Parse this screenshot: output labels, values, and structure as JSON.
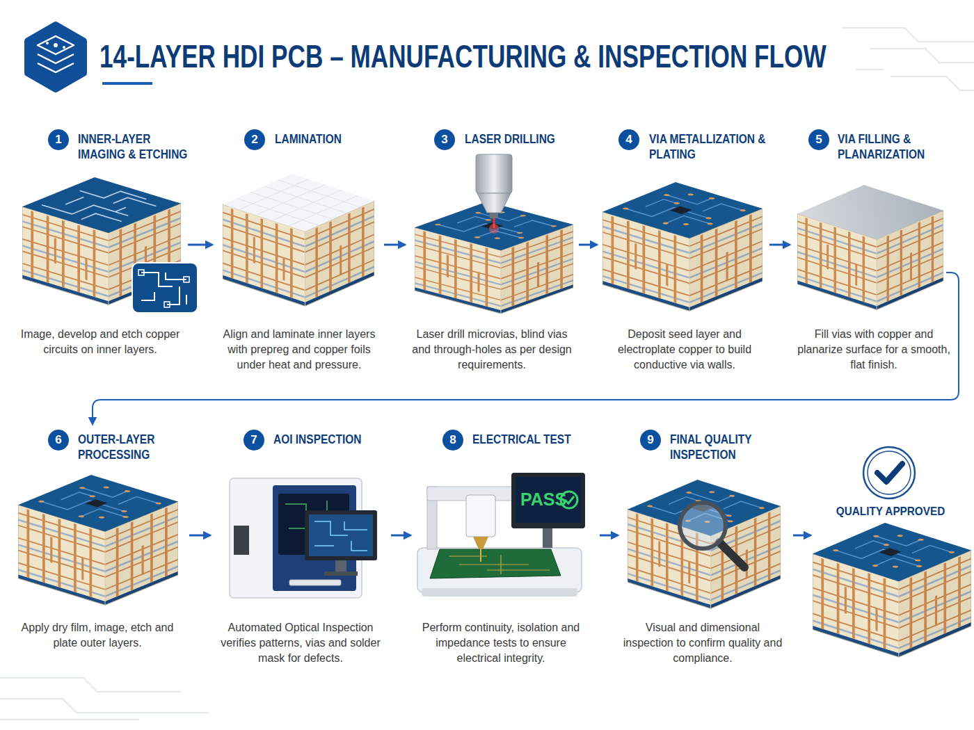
{
  "diagram": {
    "title": "14-LAYER HDI PCB – MANUFACTURING & INSPECTION FLOW",
    "nodes": [
      {
        "text": [
          "1",
          "INNER-LAYER IMAGING & ETCHING",
          "Image, develop and etch copper circuits on inner layers."
        ]
      },
      {
        "text": [
          "2",
          "LAMINATION",
          "Align and laminate inner layers with prepreg and copper foils under heat and pressure."
        ]
      },
      {
        "text": [
          "3",
          "LASER DRILLING",
          "Laser drill microvias, blind vias and through-holes as per design requirements."
        ]
      },
      {
        "text": [
          "4",
          "VIA METALLIZATION & PLATING",
          "Deposit seed layer and electroplate copper to build conductive via walls."
        ]
      },
      {
        "text": [
          "5",
          "VIA FILLING & PLANARIZATION",
          "Fill vias with copper and planarize surface for a smooth, flat finish."
        ]
      },
      {
        "text": [
          "6",
          "OUTER-LAYER PROCESSING",
          "Apply dry film, image, etch and plate outer layers."
        ]
      },
      {
        "text": [
          "7",
          "AOI INSPECTION",
          "Automated Optical Inspection verifies patterns, vias and solder mask for defects."
        ]
      },
      {
        "text": [
          "8",
          "ELECTRICAL TEST",
          "Perform continuity, isolation and impedance tests to ensure electrical integrity."
        ]
      },
      {
        "text": [
          "9",
          "FINAL QUALITY INSPECTION",
          "Visual and dimensional inspection to confirm quality and compliance."
        ]
      },
      {
        "text": [
          "QUALITY APPROVED"
        ]
      }
    ],
    "edges": [
      {
        "from": 0,
        "to": 1,
        "arrow": "to"
      },
      {
        "from": 1,
        "to": 2,
        "arrow": "to"
      },
      {
        "from": 2,
        "to": 3,
        "arrow": "to"
      },
      {
        "from": 3,
        "to": 4,
        "arrow": "to"
      },
      {
        "from": 4,
        "to": 5,
        "arrow": "to"
      },
      {
        "from": 5,
        "to": 6,
        "arrow": "to"
      },
      {
        "from": 6,
        "to": 7,
        "arrow": "to"
      },
      {
        "from": 7,
        "to": 8,
        "arrow": "to"
      },
      {
        "from": 8,
        "to": 9,
        "arrow": "to"
      }
    ],
    "labels": [
      "PASS"
    ]
  }
}
